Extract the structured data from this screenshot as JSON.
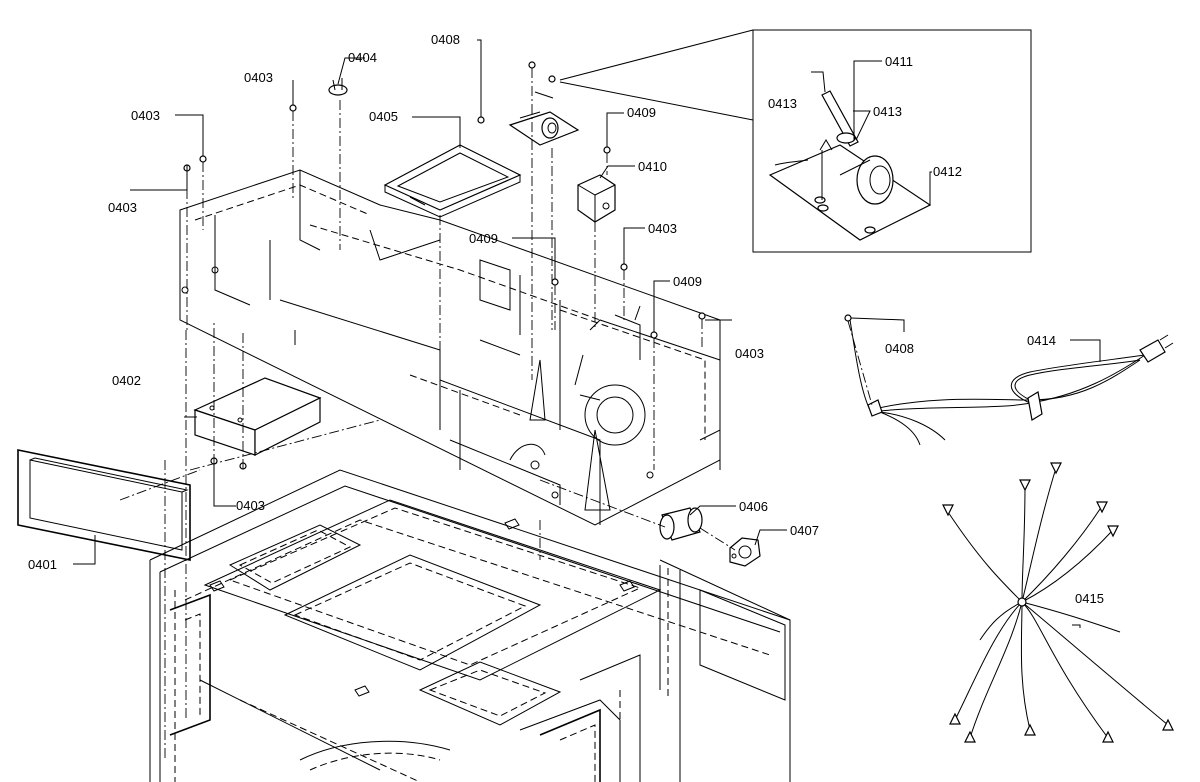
{
  "labels": {
    "p0401": "0401",
    "p0402": "0402",
    "p0403_a": "0403",
    "p0403_b": "0403",
    "p0403_c": "0403",
    "p0403_d": "0403",
    "p0403_e": "0403",
    "p0403_f": "0403",
    "p0404": "0404",
    "p0405": "0405",
    "p0406": "0406",
    "p0407": "0407",
    "p0408_a": "0408",
    "p0408_b": "0408",
    "p0409_a": "0409",
    "p0409_b": "0409",
    "p0409_c": "0409",
    "p0410": "0410",
    "p0411": "0411",
    "p0412": "0412",
    "p0413_a": "0413",
    "p0413_b": "0413",
    "p0414": "0414",
    "p0415": "0415"
  }
}
